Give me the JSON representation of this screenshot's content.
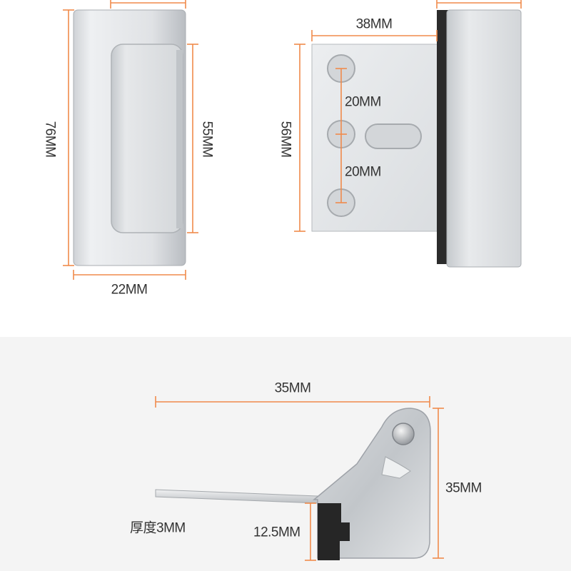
{
  "dimensions": {
    "strike_height": "76MM",
    "strike_inner_height": "55MM",
    "strike_width": "22MM",
    "plate_width": "38MM",
    "plate_height": "56MM",
    "hole_spacing_top": "20MM",
    "hole_spacing_bottom": "20MM",
    "arm_length": "35MM",
    "arm_height": "35MM",
    "arm_thickness": "厚度3MM",
    "arm_slot_height": "12.5MM"
  },
  "colors": {
    "dimension_line": "#f08a4b",
    "metal_light": "#e4e6e8",
    "metal_mid": "#c9ccd0",
    "metal_dark": "#9ea2a8",
    "rubber": "#2a2a2a",
    "panel_bg": "#f4f4f4"
  }
}
